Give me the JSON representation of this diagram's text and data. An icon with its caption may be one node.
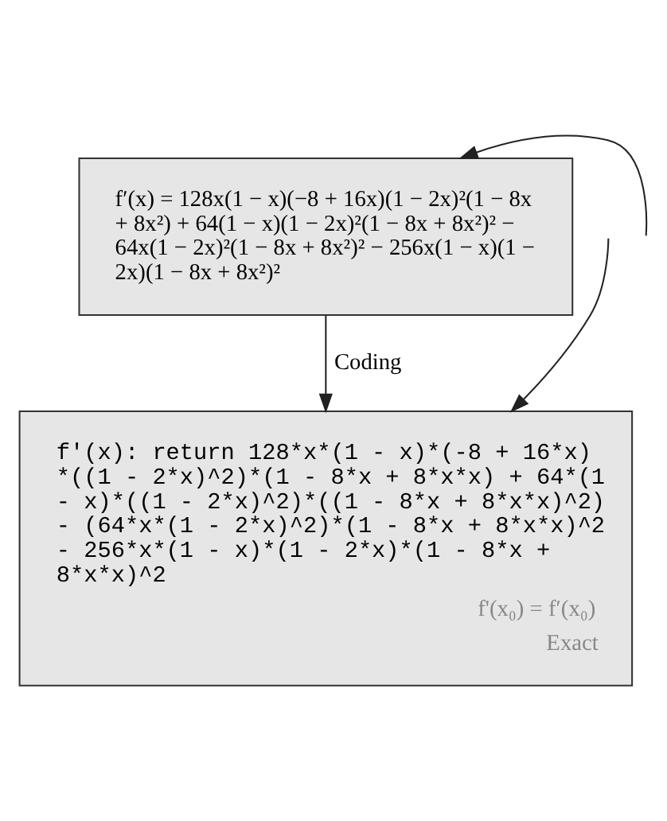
{
  "diagram": {
    "nodes": [
      {
        "text": [
          "f′(x) = 128x(1 − x)(−8 + 16x)(1 − 2x)²(1 − 8x + 8x²) + 64(1 − x)(1 − 2x)²(1 − 8x + 8x²)² − 64x(1 − 2x)²(1 − 8x + 8x²)² − 256x(1 − x)(1 − 2x)(1 − 8x + 8x²)²"
        ]
      },
      {
        "text": [
          "f'(x): return 128*x*(1 - x)*(-8 + 16*x) *((1 - 2*x)^2)*(1 - 8*x + 8*x*x) + 64*(1 - x)*((1 - 2*x)^2)*((1 - 8*x + 8*x*x)^2) - (64*x*(1 - 2*x)^2)*(1 - 8*x + 8*x*x)^2 - 256*x*(1 - x)*(1 - 2*x)*(1 - 8*x + 8*x*x)^2",
          "f'(x₀) = f′(x₀)",
          "Exact"
        ]
      }
    ],
    "edges": [
      {
        "from": 0,
        "to": 1,
        "label": "Coding",
        "arrow": "to"
      },
      {
        "from": null,
        "to": 0,
        "arrow": "to"
      },
      {
        "from": null,
        "to": 1,
        "arrow": "to"
      }
    ]
  }
}
